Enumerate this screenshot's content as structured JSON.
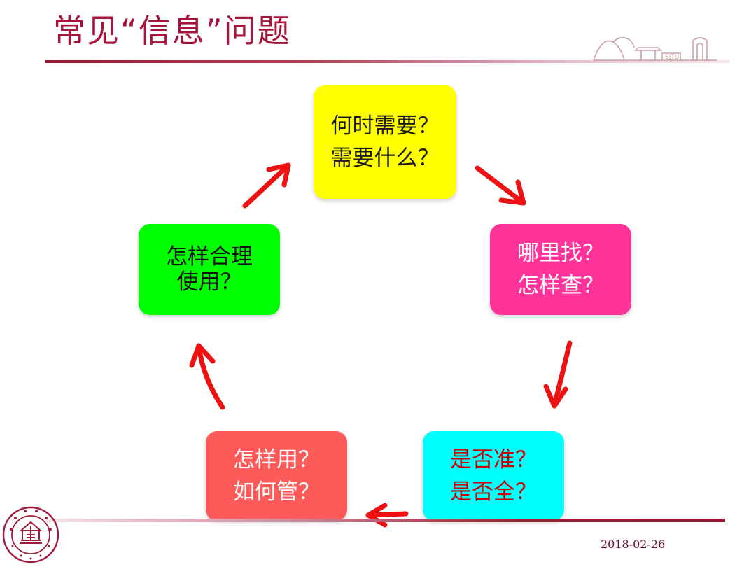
{
  "slide": {
    "title": "常见“信息”问题",
    "date": "2018-02-26",
    "deco_text": "SJTU"
  },
  "cycle": {
    "box1": {
      "line1": "何时需要？",
      "line2": "需要什么？",
      "color": "#ffff00"
    },
    "box2": {
      "line1": "哪里找？",
      "line2": "怎样查？",
      "color": "#ff3399"
    },
    "box3": {
      "line1": "是否准？",
      "line2": "是否全？",
      "color": "#00ffff"
    },
    "box4": {
      "line1": "怎样用？",
      "line2": "如何管？",
      "color": "#ff5a5a"
    },
    "box5": {
      "line1": "怎样合理",
      "line2": "使用？",
      "color": "#00ff00"
    },
    "arrow_color": "#ee1111"
  },
  "colors": {
    "accent": "#a8143c"
  }
}
